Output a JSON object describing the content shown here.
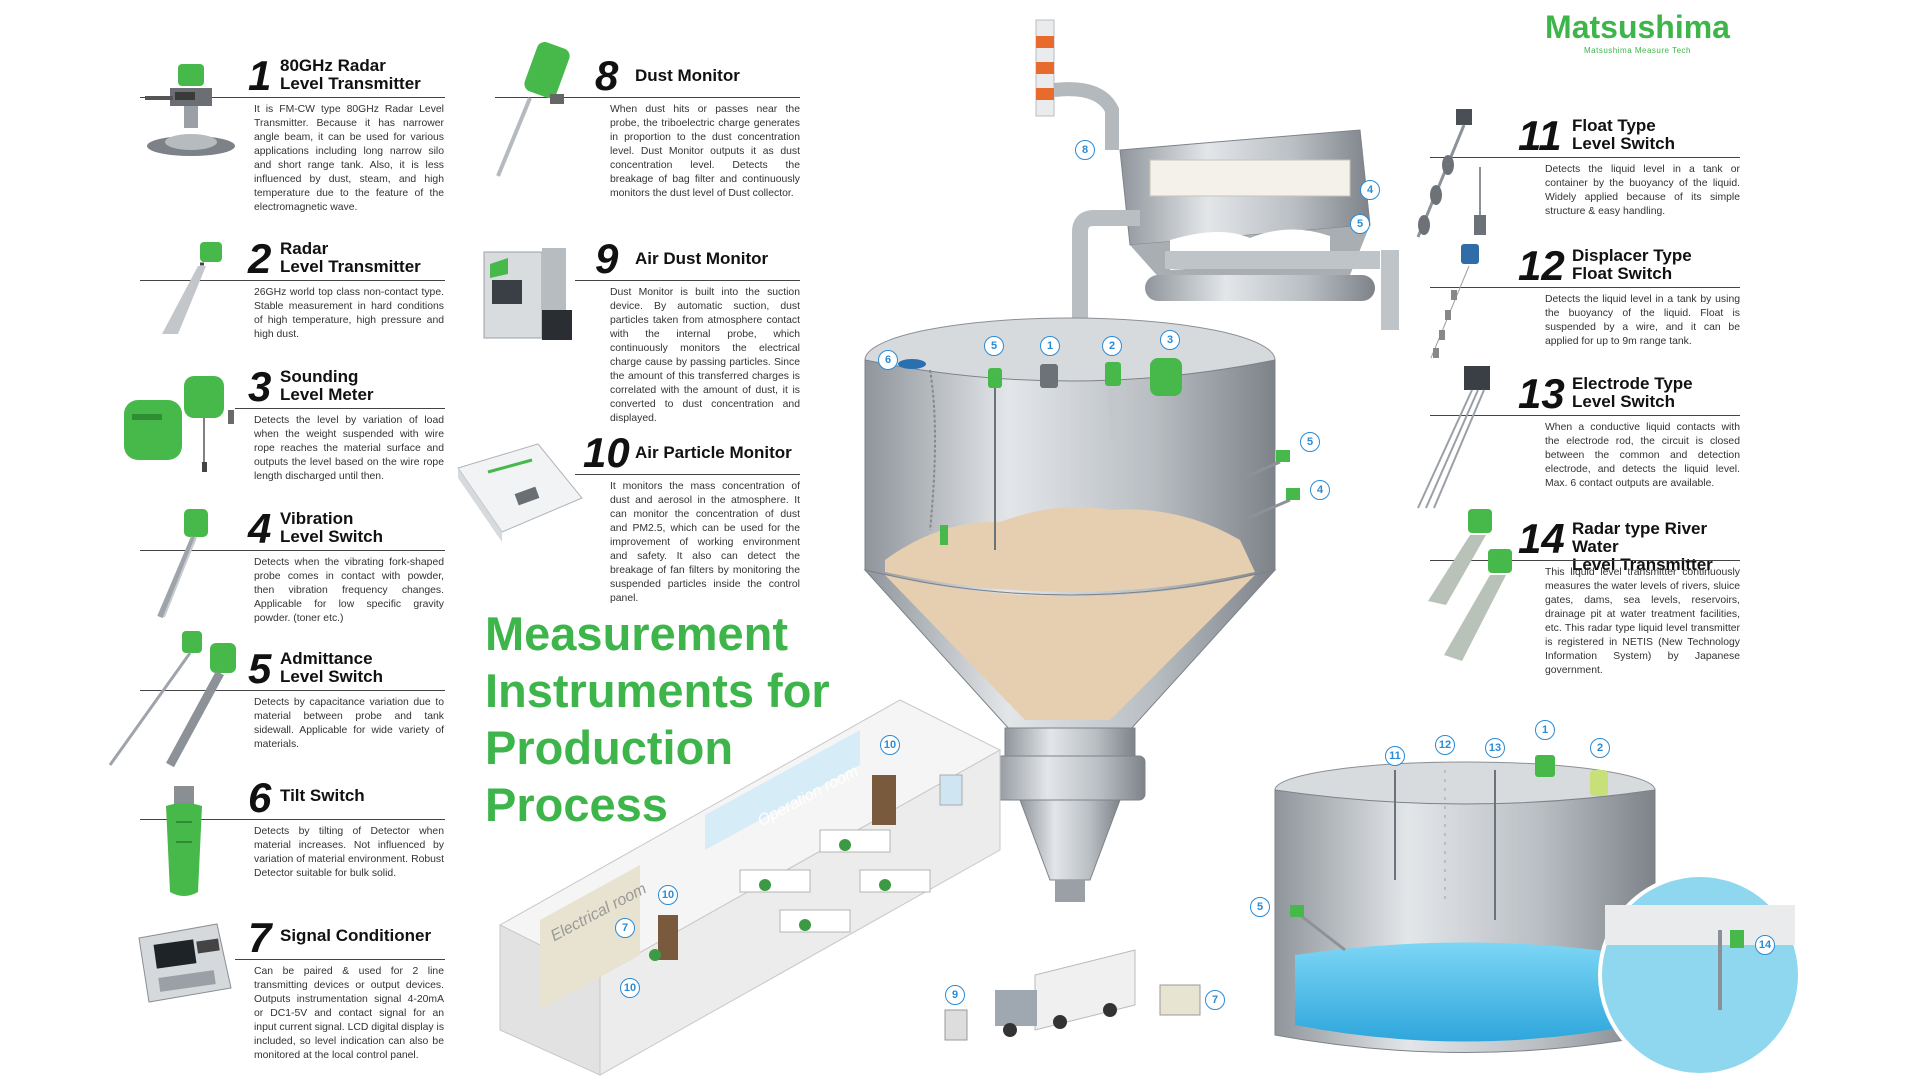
{
  "logo": {
    "brand": "Matsushima",
    "tagline": "Matsushima Measure Tech"
  },
  "headline": {
    "line1": "Measurement",
    "line2": "Instruments for",
    "line3": "Production",
    "line4": "Process"
  },
  "instruments": [
    {
      "num": "1",
      "title_l1": "80GHz Radar",
      "title_l2": "Level Transmitter",
      "desc": "It is FM-CW type 80GHz Radar Level Transmitter. Because it has narrower angle beam, it can be used for various applications including long narrow silo and short range tank. Also, it is less influenced by dust, steam, and high temperature due to the feature of the electromagnetic wave."
    },
    {
      "num": "2",
      "title_l1": "Radar",
      "title_l2": "Level Transmitter",
      "desc": "26GHz world top class non-contact type. Stable measurement in hard conditions of high temperature, high pressure and high dust."
    },
    {
      "num": "3",
      "title_l1": "Sounding",
      "title_l2": "Level Meter",
      "desc": "Detects the level by variation of load when the weight suspended with wire rope reaches the material surface and outputs the level based on the wire rope length discharged until then."
    },
    {
      "num": "4",
      "title_l1": "Vibration",
      "title_l2": "Level Switch",
      "desc": "Detects when the vibrating fork-shaped probe comes in contact with powder, then vibration frequency changes. Applicable for low specific gravity powder. (toner etc.)"
    },
    {
      "num": "5",
      "title_l1": "Admittance",
      "title_l2": "Level Switch",
      "desc": "Detects by capacitance variation due to material between probe and tank sidewall. Applicable for wide variety of materials."
    },
    {
      "num": "6",
      "title_l1": "Tilt Switch",
      "title_l2": "",
      "desc": "Detects by tilting of Detector when material increases. Not influenced by variation of material environment. Robust Detector suitable for bulk solid."
    },
    {
      "num": "7",
      "title_l1": "Signal Conditioner",
      "title_l2": "",
      "desc": "Can be paired & used for 2 line transmitting devices or output devices. Outputs instrumentation signal 4-20mA or DC1-5V and contact signal for an input current signal. LCD digital display is included, so level indication can also be monitored at the local control panel."
    },
    {
      "num": "8",
      "title_l1": "Dust Monitor",
      "title_l2": "",
      "desc": "When dust hits or passes near the probe, the triboelectric charge generates in proportion to the dust concentration level. Dust Monitor outputs it as dust concentration level. Detects the breakage of bag filter and continuously monitors the dust level of Dust collector."
    },
    {
      "num": "9",
      "title_l1": "Air Dust Monitor",
      "title_l2": "",
      "desc": "Dust Monitor is built into the suction device. By automatic suction, dust particles taken from atmosphere contact with the internal probe, which continuously monitors the electrical charge cause by passing particles. Since the amount of this transferred charges is correlated with the amount of dust, it is converted to dust concentration and displayed."
    },
    {
      "num": "10",
      "title_l1": "Air Particle Monitor",
      "title_l2": "",
      "desc": "It monitors the mass concentration of dust and aerosol in the atmosphere. It can monitor the concentration of dust and PM2.5, which can be used for the improvement of working environment and safety. It also can detect the breakage of fan filters by monitoring the suspended particles inside the control panel."
    },
    {
      "num": "11",
      "title_l1": "Float Type",
      "title_l2": "Level Switch",
      "desc": "Detects the liquid level in a tank or container by the buoyancy of the liquid. Widely applied because of its simple structure & easy handling."
    },
    {
      "num": "12",
      "title_l1": "Displacer Type",
      "title_l2": "Float Switch",
      "desc": "Detects the liquid level in a tank by using the buoyancy of the liquid. Float is suspended by a wire, and it can be applied for up to 9m range tank."
    },
    {
      "num": "13",
      "title_l1": "Electrode Type",
      "title_l2": "Level Switch",
      "desc": "When a conductive liquid contacts with the electrode rod, the circuit is closed between the common and detection electrode, and detects the liquid level. Max. 6 contact outputs are available."
    },
    {
      "num": "14",
      "title_l1": "Radar type River Water",
      "title_l2": "Level Transmitter",
      "desc": "This liquid level transmitter continuously measures the water levels of rivers, sluice gates, dams, sea levels, reservoirs, drainage pit at water treatment facilities, etc. This radar type liquid level transmitter is registered in NETIS (New Technology Information System) by Japanese government."
    }
  ],
  "scene": {
    "operation_room": "Operation room",
    "electrical_room": "Electrical room"
  },
  "markers": {
    "m1": "1",
    "m2": "2",
    "m3": "3",
    "m4": "4",
    "m5": "5",
    "m6": "6",
    "m7": "7",
    "m8": "8",
    "m9": "9",
    "m10": "10",
    "m11": "11",
    "m12": "12",
    "m13": "13",
    "m14": "14"
  },
  "colors": {
    "brand_green": "#3db54a",
    "marker_blue": "#2a8bd6",
    "steel": "#c9ccd0",
    "powder": "#e6cfb0",
    "water": "#5cc4ee"
  }
}
